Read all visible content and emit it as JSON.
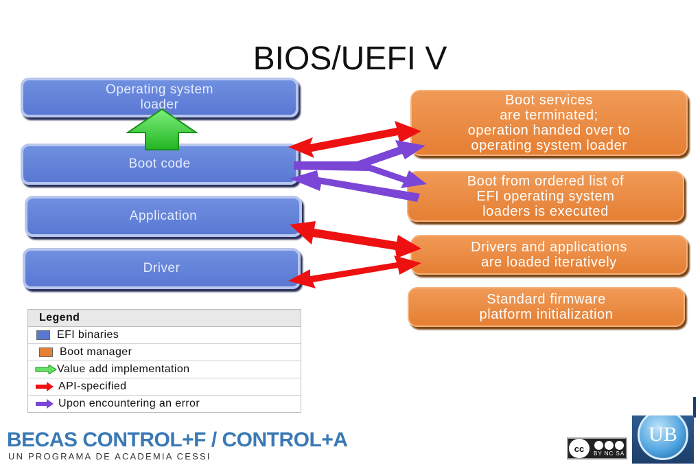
{
  "title": "BIOS/UEFI V",
  "stack_boxes": {
    "os_loader": "Operating system\nloader",
    "boot_code": "Boot code",
    "application": "Application",
    "driver": "Driver"
  },
  "orange_boxes": {
    "terminated": "Boot services\nare terminated;\noperation handed over to\noperating system loader",
    "ordered_list": "Boot from ordered list of\nEFI operating system\nloaders is executed",
    "drivers_loaded": "Drivers and applications\nare loaded iteratively",
    "platform_init": "Standard firmware\nplatform initialization"
  },
  "legend": {
    "heading": "Legend",
    "items": [
      {
        "label": "EFI binaries",
        "kind": "blue-swatch"
      },
      {
        "label": "Boot manager",
        "kind": "orange-swatch"
      },
      {
        "label": "Value add implementation",
        "kind": "green-arrow"
      },
      {
        "label": "API-specified",
        "kind": "red-arrow"
      },
      {
        "label": "Upon encountering an error",
        "kind": "purple-arrow"
      }
    ]
  },
  "colors": {
    "efi_blue": "#5a78d2",
    "boot_orange": "#e57f34",
    "value_green": "#33cc33",
    "api_red": "#ee1111",
    "error_purple": "#7b45d6",
    "brand_blue": "#3a79b5"
  },
  "footer": {
    "brand": "BECAS CONTROL+F / CONTROL+A",
    "tagline": "UN PROGRAMA DE ACADEMIA CESSI",
    "license_badge": "cc",
    "license_terms": "BY NC SA",
    "logo_text": "UB"
  }
}
